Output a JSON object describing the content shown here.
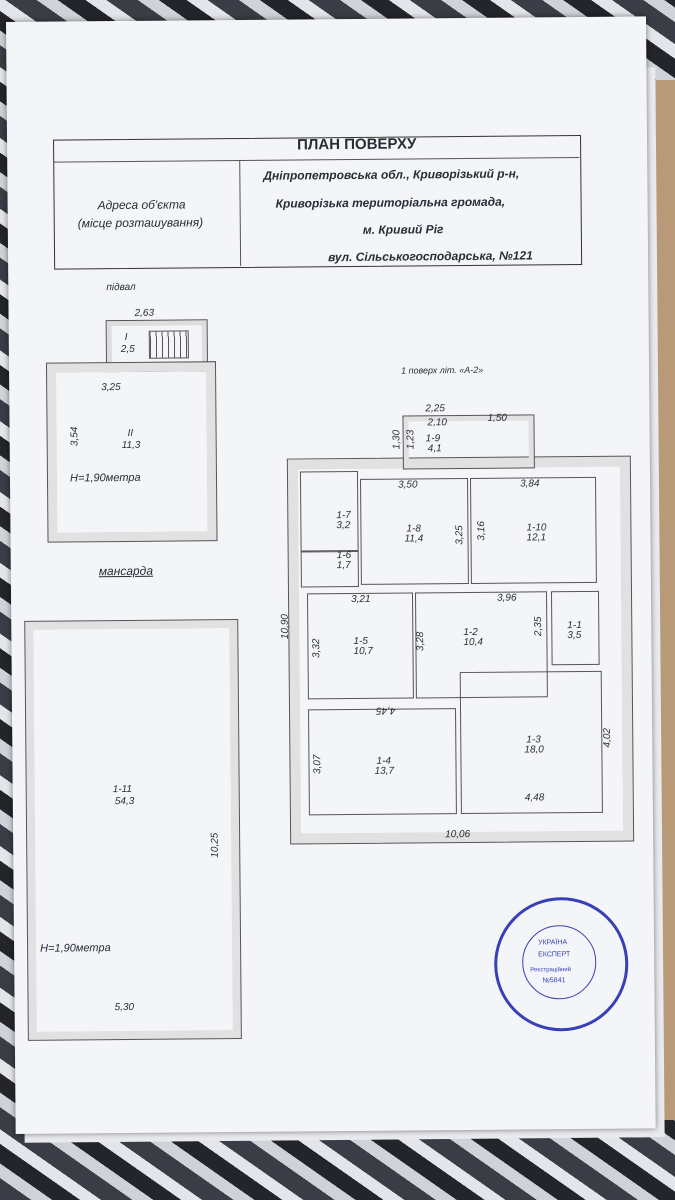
{
  "title": "ПЛАН ПОВЕРХУ",
  "address_label_1": "Адреса об'єкта",
  "address_label_2": "(місце розташування)",
  "address_lines": [
    "Дніпропетровська обл., Криворізький р-н,",
    "Криворізька територіальна громада,",
    "м. Кривий Ріг",
    "вул. Сільськогосподарська, №121"
  ],
  "basement": {
    "label": "підвал",
    "width_top": "2,63",
    "room1_no": "I",
    "room1_area": "2,5",
    "width2": "3,25",
    "side": "3,54",
    "room2_no": "II",
    "room2_area": "11,3",
    "height": "Н=1,90метра"
  },
  "attic": {
    "label": "мансарда",
    "room_no": "1-11",
    "room_area": "54,3",
    "side": "10,25",
    "height": "Н=1,90метра",
    "width": "5,30"
  },
  "floor1": {
    "label": "1 поверх літ. «А-2»",
    "dims": {
      "porch_w1": "2,25",
      "porch_w2": "2,10",
      "porch_w3": "1,50",
      "porch_h1": "1,30",
      "porch_h2": "1,23",
      "d350": "3,50",
      "d384": "3,84",
      "d325": "3,25",
      "d316": "3,16",
      "d321": "3,21",
      "d396": "3,96",
      "d328": "3,28",
      "d235": "2,35",
      "d332": "3,32",
      "d445": "4,45",
      "d402": "4,02",
      "d307": "3,07",
      "d448": "4,48",
      "d1090": "10,90",
      "d1006": "10,06"
    },
    "rooms": [
      {
        "no": "1-9",
        "area": "4,1"
      },
      {
        "no": "1-7",
        "area": "3,2"
      },
      {
        "no": "1-8",
        "area": "11,4"
      },
      {
        "no": "1-10",
        "area": "12,1"
      },
      {
        "no": "1-6",
        "area": "1,7"
      },
      {
        "no": "1-5",
        "area": "10,7"
      },
      {
        "no": "1-2",
        "area": "10,4"
      },
      {
        "no": "1-1",
        "area": "3,5"
      },
      {
        "no": "1-4",
        "area": "13,7"
      },
      {
        "no": "1-3",
        "area": "18,0"
      }
    ]
  },
  "stamp": {
    "center_1": "УКРАЇНА",
    "center_2": "ЕКСПЕРТ",
    "center_3": "Реєстраційний",
    "center_4": "№5841"
  },
  "colors": {
    "ink": "#2a2c36",
    "stamp": "#3740b8",
    "paper": "#f4f5f8"
  }
}
